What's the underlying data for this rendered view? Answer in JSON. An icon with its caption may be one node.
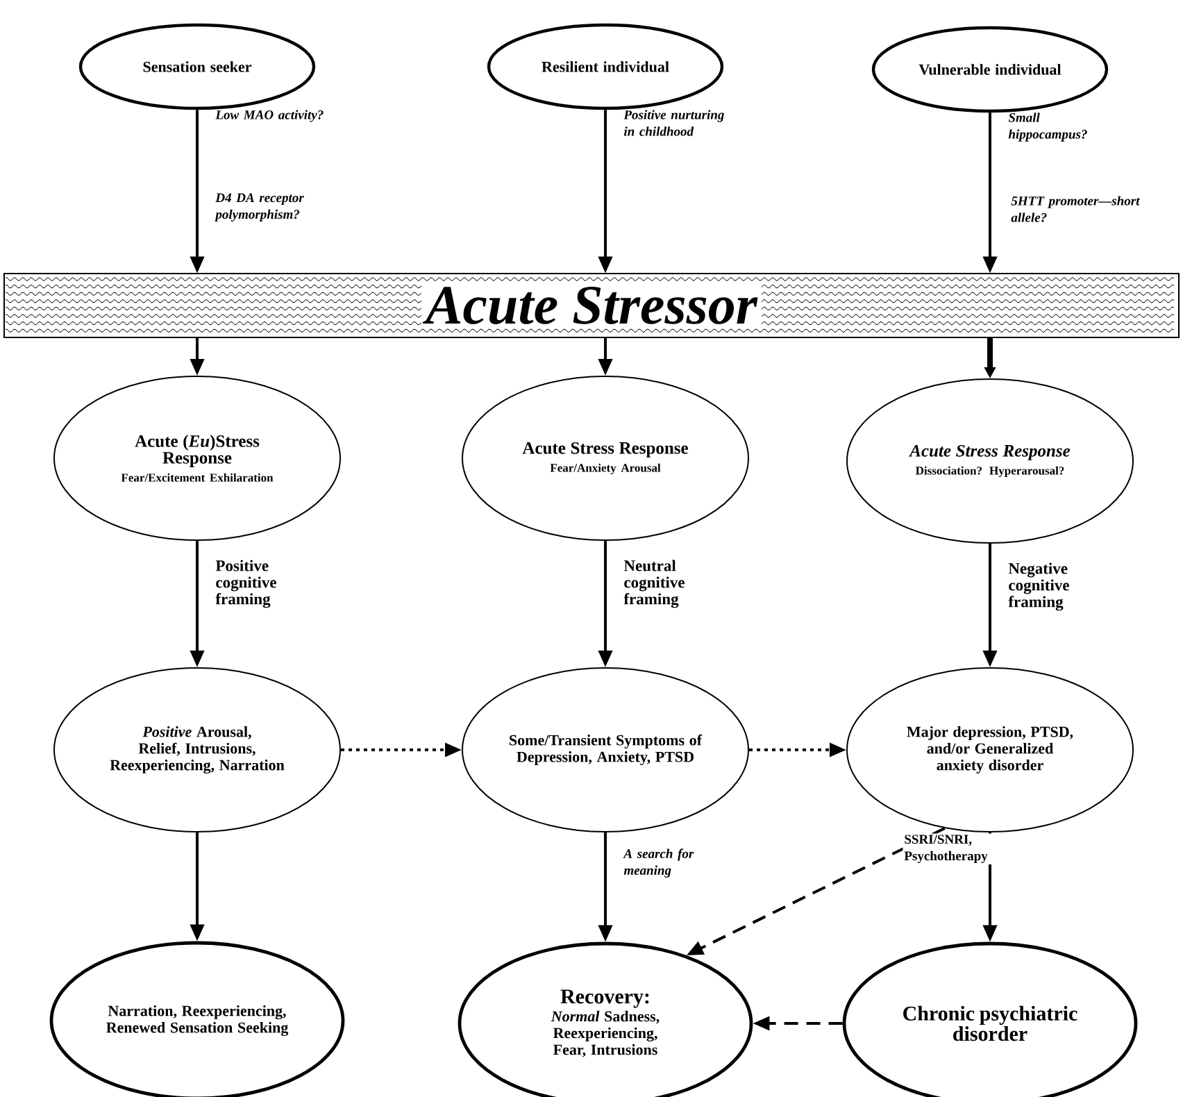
{
  "diagram": {
    "nodes": [
      {
        "text": [
          "Sensation seeker"
        ]
      },
      {
        "text": [
          "Resilient individual"
        ]
      },
      {
        "text": [
          "Vulnerable individual"
        ]
      },
      {
        "text": [
          "Acute Stressor"
        ]
      },
      {
        "text": [
          "Acute (*Eu*)Stress Response",
          "Fear/Excitement Exhilaration"
        ]
      },
      {
        "text": [
          "Acute Stress Response",
          "Fear/Anxiety Arousal"
        ]
      },
      {
        "text": [
          "Acute Stress Response",
          "Dissociation? Hyperarousal?"
        ]
      },
      {
        "text": [
          "*Positive* Arousal, Relief, Intrusions, Reexperiencing, Narration"
        ]
      },
      {
        "text": [
          "Some/Transient Symptoms of Depression, Anxiety, PTSD"
        ]
      },
      {
        "text": [
          "Major depression, PTSD, and/or Generalized anxiety disorder"
        ]
      },
      {
        "text": [
          "Narration, Reexperiencing, Renewed Sensation Seeking"
        ]
      },
      {
        "text": [
          "Recovery:",
          "*Normal* Sadness, Reexperiencing, Fear, Intrusions"
        ]
      },
      {
        "text": [
          "Chronic psychiatric disorder"
        ]
      }
    ],
    "edges": [
      {
        "from": 0,
        "to": 3,
        "arrow": "to",
        "label": "Low MAO activity?"
      },
      {
        "from": 1,
        "to": 3,
        "arrow": "to",
        "label": "Positive nurturing in childhood"
      },
      {
        "from": 2,
        "to": 3,
        "arrow": "to",
        "label": "Small hippocampus?"
      },
      {
        "from": 3,
        "to": 4,
        "arrow": "to"
      },
      {
        "from": 3,
        "to": 5,
        "arrow": "to"
      },
      {
        "from": 3,
        "to": 6,
        "arrow": "to",
        "style": "thick"
      },
      {
        "from": 4,
        "to": 7,
        "arrow": "to",
        "label": "Positive cognitive framing"
      },
      {
        "from": 5,
        "to": 8,
        "arrow": "to",
        "label": "Neutral cognitive framing"
      },
      {
        "from": 6,
        "to": 9,
        "arrow": "to",
        "label": "Negative cognitive framing"
      },
      {
        "from": 7,
        "to": 8,
        "arrow": "to",
        "style": "dashed"
      },
      {
        "from": 8,
        "to": 9,
        "arrow": "to",
        "style": "dashed"
      },
      {
        "from": 7,
        "to": 10,
        "arrow": "to"
      },
      {
        "from": 8,
        "to": 11,
        "arrow": "to",
        "label": "A search for meaning"
      },
      {
        "from": 9,
        "to": 11,
        "arrow": "to",
        "style": "dashed",
        "label": "SSRI/SNRI, Psychotherapy"
      },
      {
        "from": 9,
        "to": 12,
        "arrow": "to"
      },
      {
        "from": 12,
        "to": 11,
        "arrow": "to",
        "style": "dashed"
      }
    ],
    "labels": [
      "D4 DA receptor polymorphism?",
      "5HTT promoter—short allele?"
    ]
  }
}
